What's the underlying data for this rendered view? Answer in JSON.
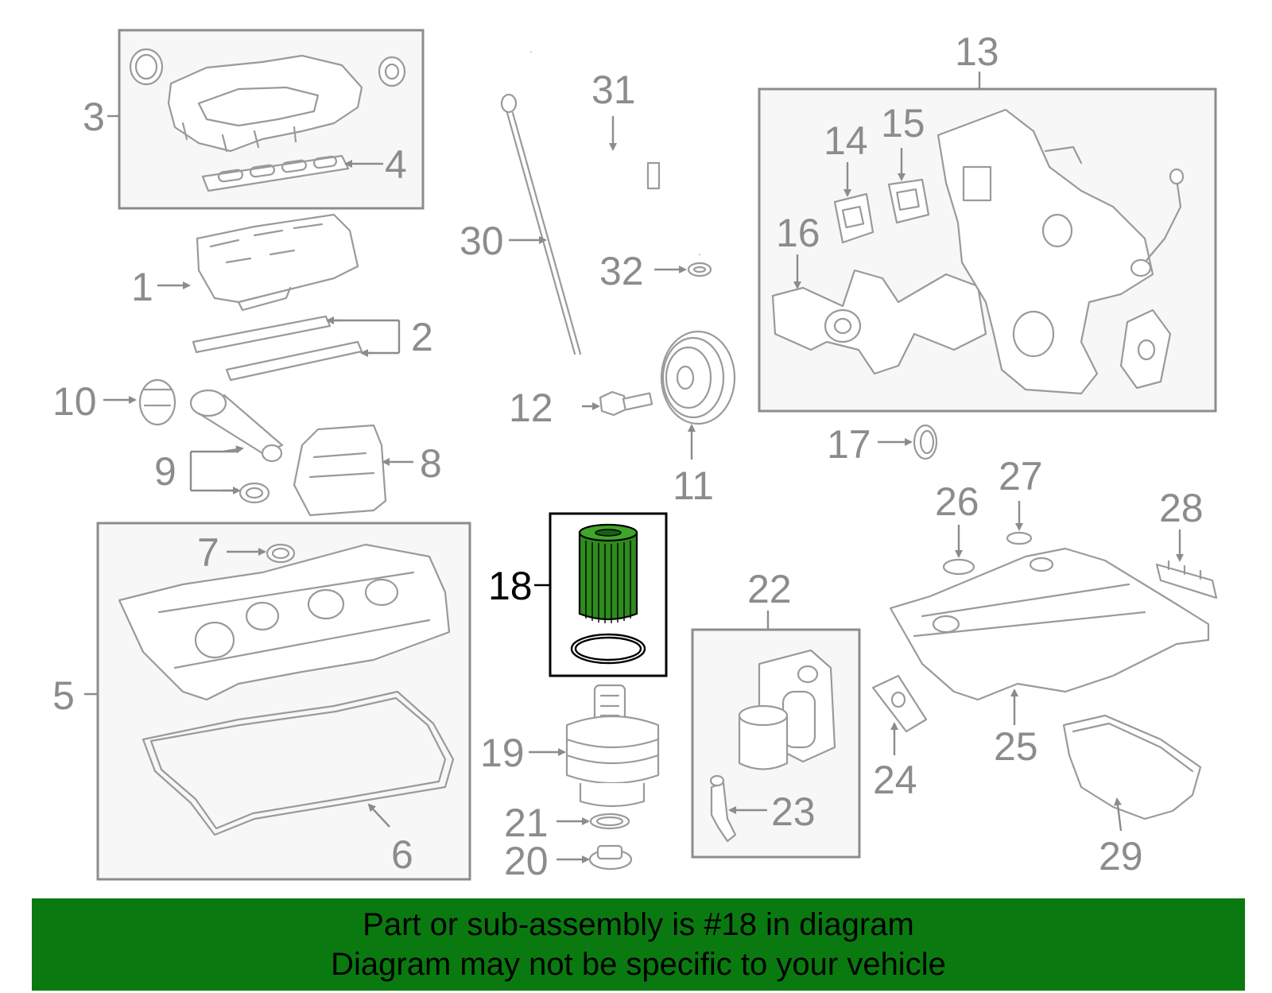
{
  "diagram": {
    "highlight_color": "#2e8b1e",
    "callouts": [
      "1",
      "2",
      "3",
      "4",
      "5",
      "6",
      "7",
      "8",
      "9",
      "10",
      "11",
      "12",
      "13",
      "14",
      "15",
      "16",
      "17",
      "18",
      "19",
      "20",
      "21",
      "22",
      "23",
      "24",
      "25",
      "26",
      "27",
      "28",
      "29",
      "30",
      "31",
      "32"
    ],
    "highlighted_callout": "18"
  },
  "banner": {
    "line1": "Part or sub-assembly is #18 in diagram",
    "line2": "Diagram may not be specific to your vehicle",
    "background": "#0a7a10"
  }
}
